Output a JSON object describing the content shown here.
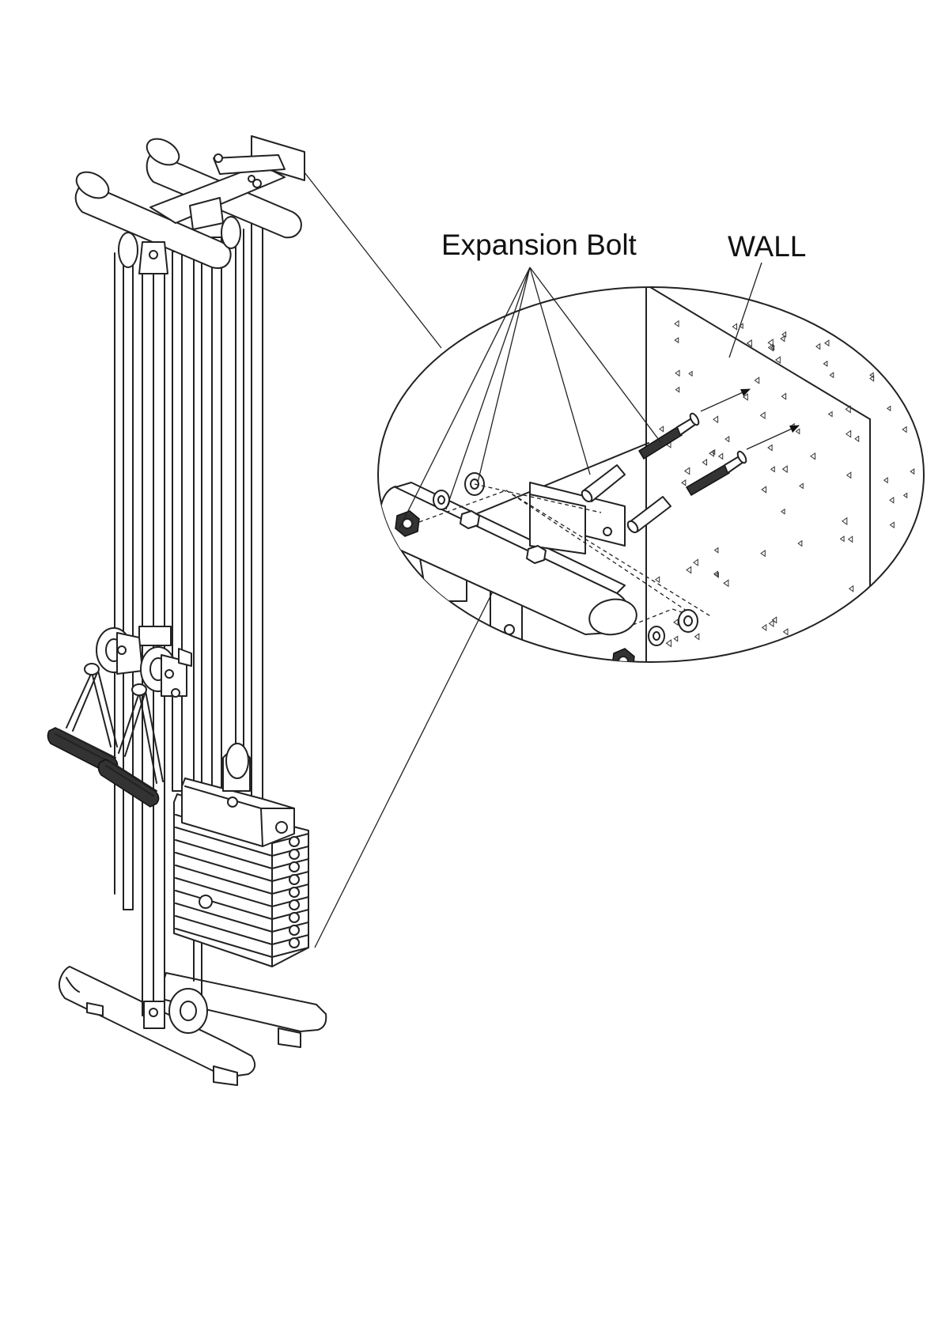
{
  "labels": {
    "expansion_bolt": "Expansion Bolt",
    "wall": "WALL"
  },
  "icons": {
    "wall_texture": "concrete-triangle-speckle"
  },
  "colors": {
    "line": "#222222",
    "background": "#ffffff"
  }
}
